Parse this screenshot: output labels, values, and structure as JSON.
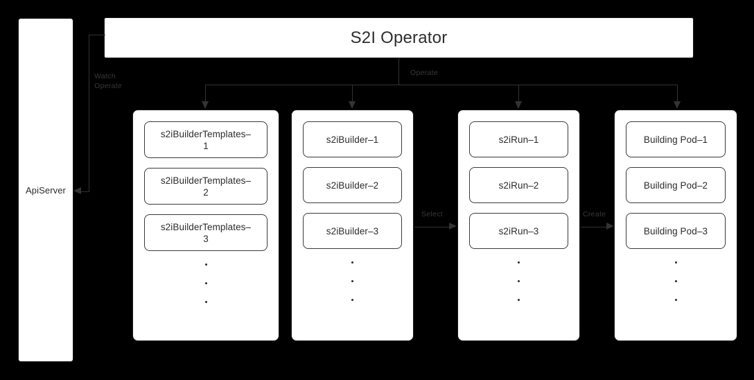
{
  "diagram": {
    "title": "S2I Operator",
    "background_color": "#000000",
    "node_fill": "#ffffff",
    "stroke_color": "#333333",
    "text_color": "#2b2b2b"
  },
  "apiserver": {
    "label": "ApiServer"
  },
  "operator": {
    "label": "S2I Operator"
  },
  "edge_labels": {
    "watch": "Watch",
    "operate_left": "Operate",
    "operate_top": "Operate",
    "select": "Select",
    "create": "Create"
  },
  "columns": [
    {
      "id": "col-templates",
      "name": "s2iBuilderTemplates",
      "items": [
        "s2iBuilderTemplates–\n1",
        "s2iBuilderTemplates–\n2",
        "s2iBuilderTemplates–\n3"
      ],
      "ellipsis": [
        "•",
        "•",
        "•"
      ]
    },
    {
      "id": "col-builders",
      "name": "s2iBuilder",
      "items": [
        "s2iBuilder–1",
        "s2iBuilder–2",
        "s2iBuilder–3"
      ],
      "ellipsis": [
        "•",
        "•",
        "•"
      ]
    },
    {
      "id": "col-runs",
      "name": "s2iRun",
      "items": [
        "s2iRun–1",
        "s2iRun–2",
        "s2iRun–3"
      ],
      "ellipsis": [
        "•",
        "•",
        "•"
      ]
    },
    {
      "id": "col-pods",
      "name": "Building Pod",
      "items": [
        "Building Pod–1",
        "Building Pod–2",
        "Building Pod–3"
      ],
      "ellipsis": [
        "•",
        "•",
        "•"
      ]
    }
  ]
}
